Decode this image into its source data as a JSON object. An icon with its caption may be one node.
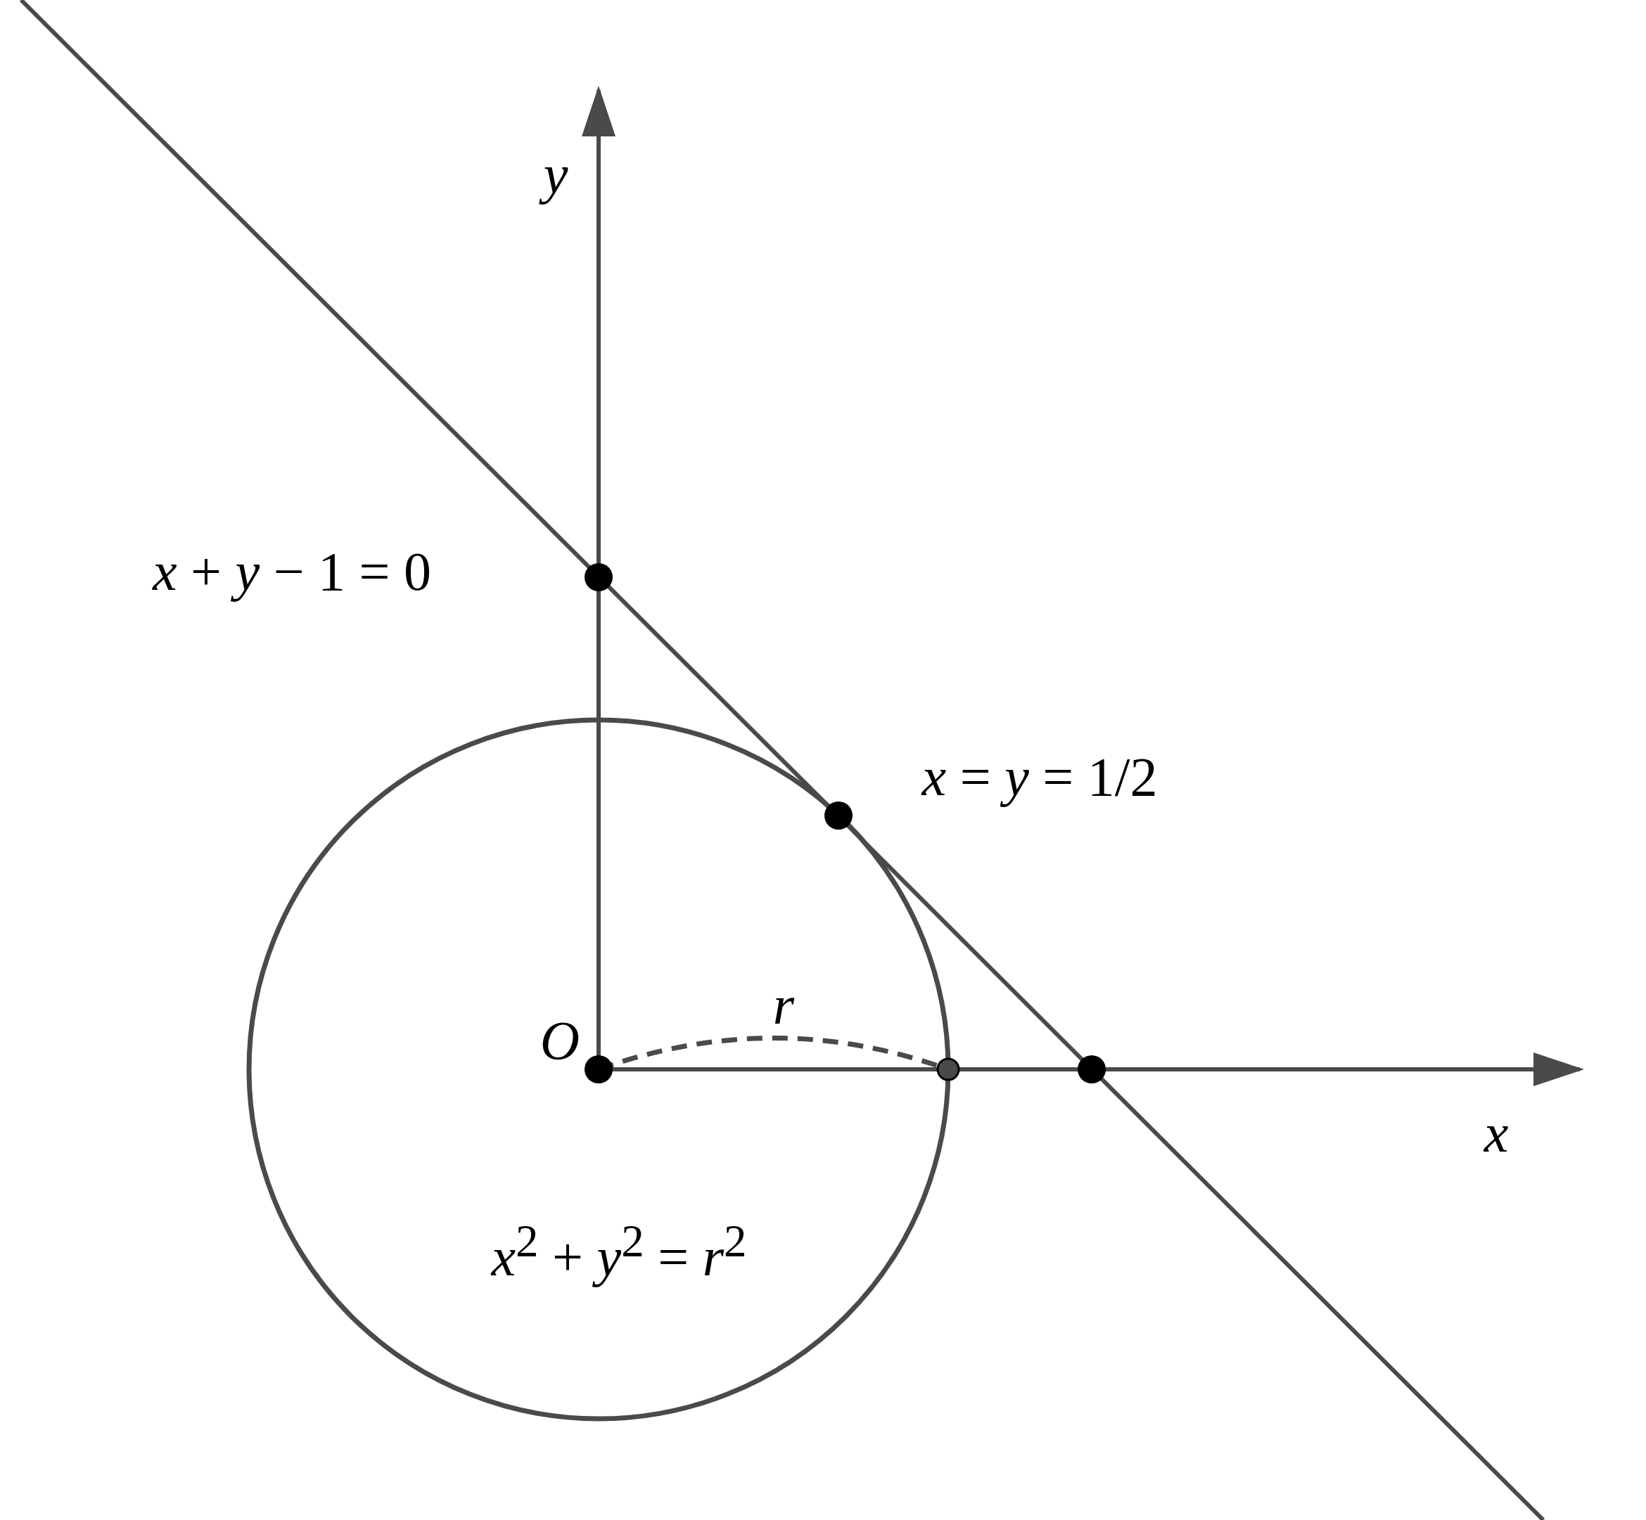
{
  "diagram": {
    "labels": [
      "*y*",
      "*x* + *y* − 1 = 0",
      "*x* = *y* = 1/2",
      "*r*",
      "*O*",
      "*x*",
      "*x*$^{2}$ + *y*$^{2}$ = *r*$^{2}$"
    ]
  }
}
